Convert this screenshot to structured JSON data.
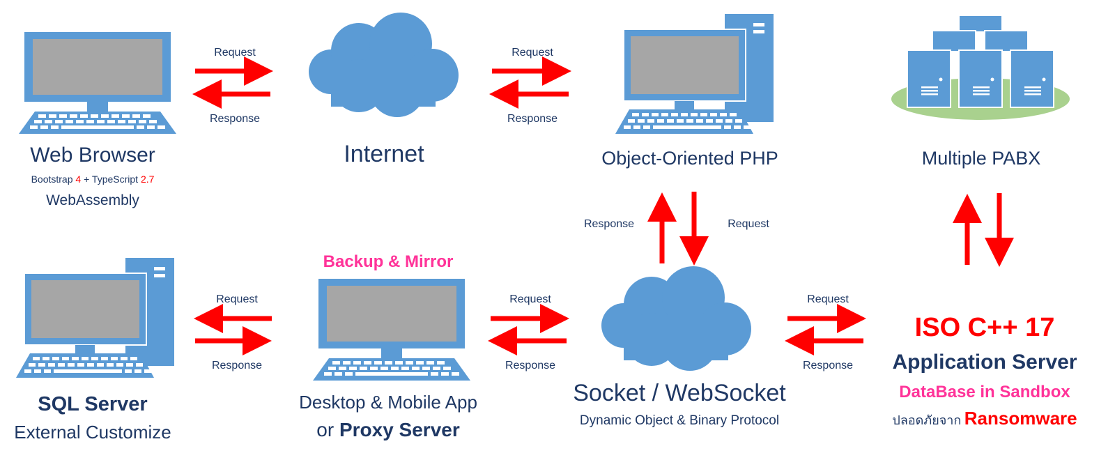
{
  "colors": {
    "device_blue": "#5b9bd5",
    "screen_gray": "#a6a6a6",
    "arrow_red": "#ff0000",
    "text_navy": "#1f3864",
    "accent_pink": "#ff3399",
    "ground_green": "#a9d18e"
  },
  "arrows": {
    "request": "Request",
    "response": "Response"
  },
  "nodes": {
    "web_browser": {
      "title": "Web Browser",
      "bootstrap_text": "Bootstrap",
      "bootstrap_version": "4",
      "plus": "+",
      "typescript_text": "TypeScript",
      "typescript_version": "2.7",
      "webassembly": "WebAssembly"
    },
    "internet": {
      "title": "Internet"
    },
    "php": {
      "title": "Object-Oriented PHP"
    },
    "pabx": {
      "title": "Multiple PABX"
    },
    "sql": {
      "title": "SQL Server",
      "subtitle": "External Customize"
    },
    "desktop": {
      "badge": "Backup & Mirror",
      "title": "Desktop & Mobile App",
      "or": "or",
      "proxy": "Proxy Server"
    },
    "socket": {
      "title": "Socket / WebSocket",
      "subtitle": "Dynamic Object & Binary Protocol"
    },
    "app_server": {
      "iso": "ISO C++ 17",
      "title": "Application Server",
      "db": "DataBase in Sandbox",
      "thai": "ปลอดภัยจาก",
      "ransomware": "Ransomware"
    }
  }
}
